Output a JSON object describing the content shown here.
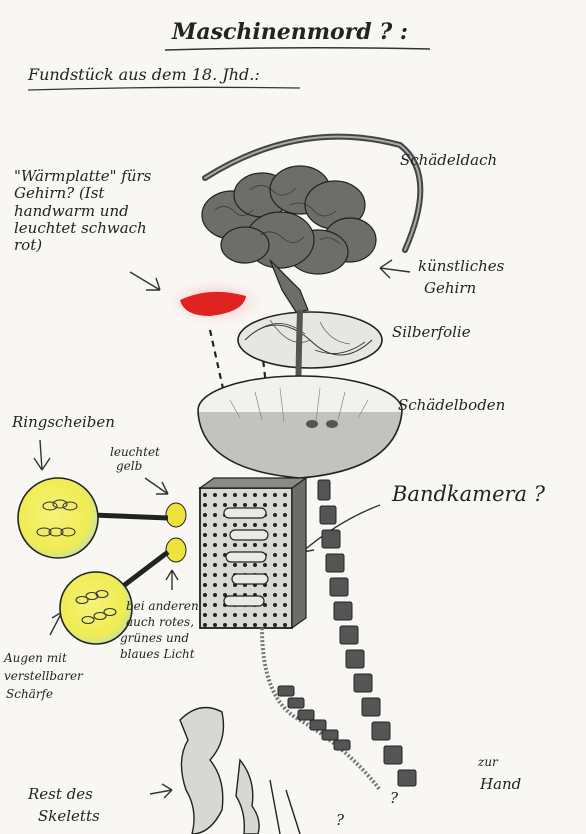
{
  "title": "Maschinenmord ? :",
  "subtitle": "Fundstück aus dem 18. Jhd.:",
  "labels": {
    "skull_cap": "Schädeldach",
    "warm_plate": "\"Wärmplatte\" fürs Gehirn? (Ist handwarm und leuchtet schwach rot)",
    "artificial_brain_1": "künstliches",
    "artificial_brain_2": "Gehirn",
    "silver_foil": "Silberfolie",
    "skull_base": "Schädelboden",
    "ring_discs": "Ringscheiben",
    "glows_yellow_1": "leuchtet",
    "glows_yellow_2": "gelb",
    "band_camera": "Bandkamera ?",
    "other_lights_1": "bei anderen",
    "other_lights_2": "auch rotes,",
    "other_lights_3": "grünes und",
    "other_lights_4": "blaues Licht",
    "eyes_1": "Augen mit",
    "eyes_2": "verstellbarer",
    "eyes_3": "Schärfe",
    "to_hand_1": "zur",
    "to_hand_2": "Hand",
    "skeleton_rest_1": "Rest des",
    "skeleton_rest_2": "Skeletts",
    "question_mark": "?"
  },
  "colors": {
    "paper": "#f8f7f4",
    "pencil": "#2b2b2b",
    "glow_red": "#e0231f",
    "lens_yellow": "#f3ef5a",
    "lens_green": "#c4e08a"
  }
}
